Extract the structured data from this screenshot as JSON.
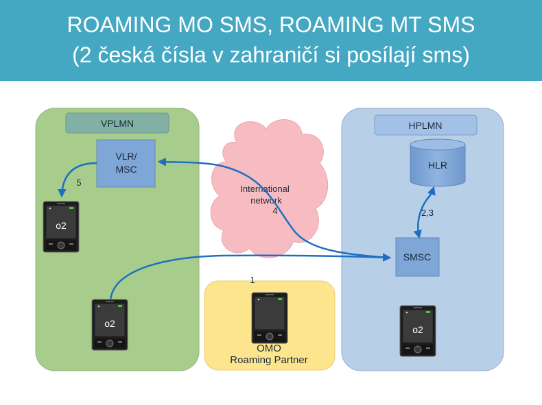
{
  "title": {
    "line1": "ROAMING MO SMS, ROAMING MT SMS",
    "line2": "(2 česká čísla v zahraničí si posílají sms)"
  },
  "vplmn": {
    "label": "VPLMN",
    "node_line1": "VLR/",
    "node_line2": "MSC"
  },
  "hplmn": {
    "label": "HPLMN",
    "hlr": "HLR",
    "smsc": "SMSC"
  },
  "network": {
    "line1": "International",
    "line2": "network"
  },
  "partner": {
    "line1": "OMO",
    "line2": "Roaming Partner"
  },
  "phones": {
    "brand": "o2"
  },
  "steps": {
    "s1": "1",
    "s23": "2,3",
    "s4": "4",
    "s5": "5"
  },
  "colors": {
    "header": "#45a8c2",
    "vplmn_bg": "#a8cc8c",
    "hplmn_bg": "#b8cfe8",
    "partner_bg": "#fde58e",
    "cloud": "#f7bcc1",
    "node": "#7ea6d6",
    "arrow": "#1e6fc2"
  }
}
